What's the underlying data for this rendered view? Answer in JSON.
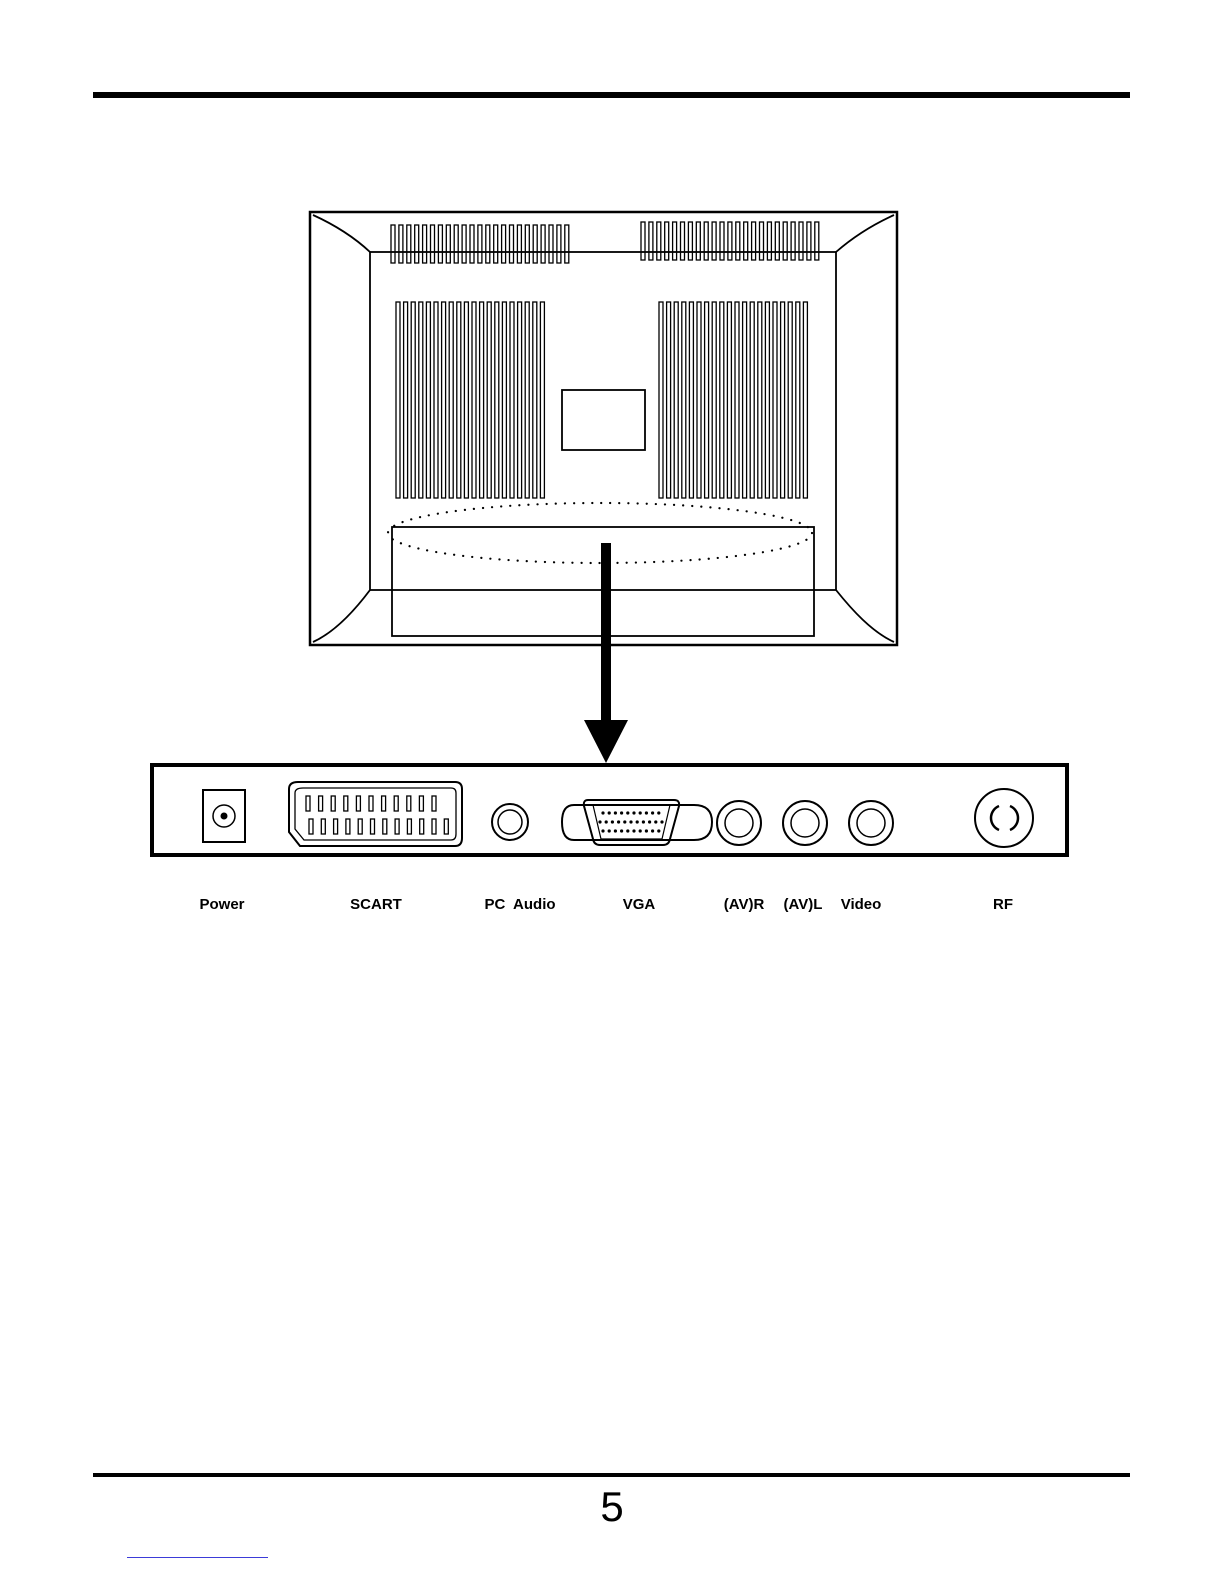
{
  "page": {
    "number": "5"
  },
  "ports": [
    {
      "id": "power",
      "label": "Power"
    },
    {
      "id": "scart",
      "label": "SCART"
    },
    {
      "id": "pc-audio",
      "label": "PC  Audio"
    },
    {
      "id": "vga",
      "label": "VGA"
    },
    {
      "id": "av-r",
      "label": "(AV)R"
    },
    {
      "id": "av-l",
      "label": "(AV)L"
    },
    {
      "id": "video",
      "label": "Video"
    },
    {
      "id": "rf",
      "label": "RF"
    }
  ],
  "colors": {
    "ink": "#000000",
    "paper": "#ffffff",
    "link_underline": "#3b3bd8"
  }
}
